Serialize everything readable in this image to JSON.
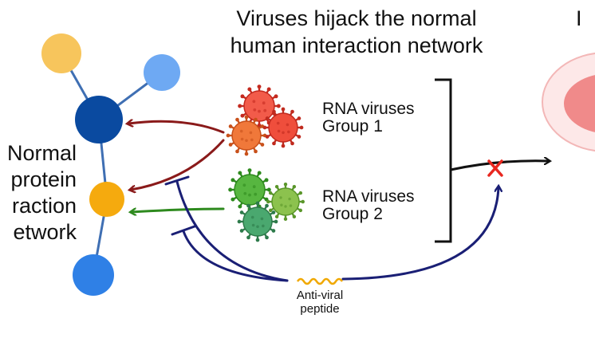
{
  "title": {
    "line1": "Viruses hijack the normal",
    "line2": "human interaction network"
  },
  "left_label": {
    "line1": "Normal",
    "line2": "protein",
    "line3": "raction",
    "line4": "etwork"
  },
  "right_partial_label": "I",
  "groups": [
    {
      "line1": "RNA viruses",
      "line2": "Group 1",
      "color": "#e0483a"
    },
    {
      "line1": "RNA viruses",
      "line2": "Group 2",
      "color": "#5aa63a"
    }
  ],
  "peptide": {
    "line1": "Anti-viral",
    "line2": "peptide",
    "color": "#f0a800"
  },
  "colors": {
    "hub_dark_blue": "#0a4aa0",
    "node_orange": "#f5aa0e",
    "node_light_orange": "#f7c55c",
    "node_light_blue": "#6ea9f3",
    "node_blue": "#2f80e6",
    "edge_blue": "#3f6fb3",
    "arrow_red": "#8a1a1a",
    "arrow_green": "#2e8a1e",
    "inhibit_navy": "#1a1f75",
    "block_x": "#e8271f",
    "cell_pink": "#f08a8a"
  }
}
